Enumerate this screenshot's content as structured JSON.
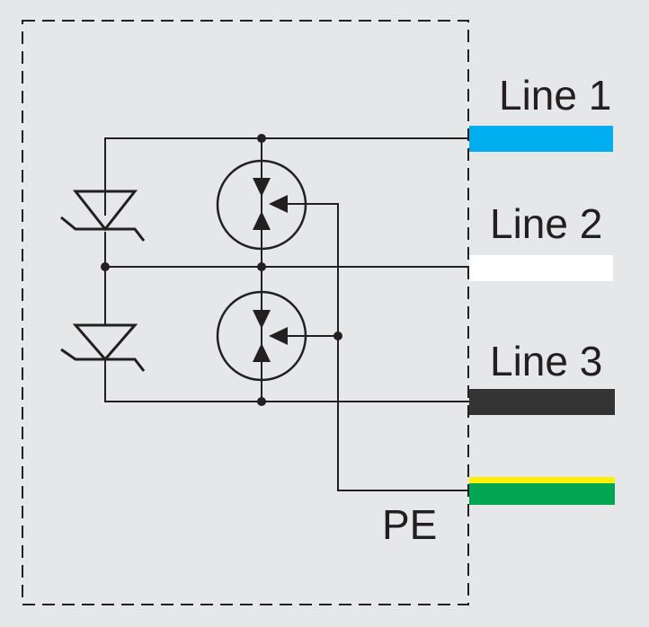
{
  "labels": {
    "line1": "Line 1",
    "line2": "Line 2",
    "line3": "Line 3",
    "pe": "PE"
  },
  "colors": {
    "background": "#e6e7e8",
    "wire": "#231f20",
    "line1": "#00aeef",
    "line2": "#ffffff",
    "line3": "#333333",
    "pe_green": "#00a651",
    "pe_yellow": "#fff200"
  },
  "components": {
    "tvs_diodes": 2,
    "gas_discharge_tubes": 2
  }
}
